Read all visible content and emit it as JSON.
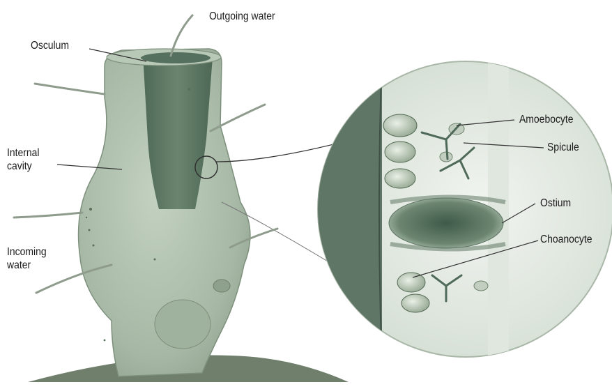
{
  "labels": {
    "outgoing_water": "Outgoing water",
    "osculum": "Osculum",
    "internal_cavity": [
      "Internal",
      "cavity"
    ],
    "incoming_water": [
      "Incoming",
      "water"
    ],
    "amoebocyte": "Amoebocyte",
    "spicule": "Spicule",
    "ostium": "Ostium",
    "choanocyte": "Choanocyte"
  },
  "colors": {
    "body_wall": "#a7b8a6",
    "internal_cavity": "#5c7763",
    "magnified_circle_bg": "#e9efe9",
    "pore_channel": "#4f6b58",
    "ground": "#6f7f6c",
    "leader_lines": "#333333"
  }
}
